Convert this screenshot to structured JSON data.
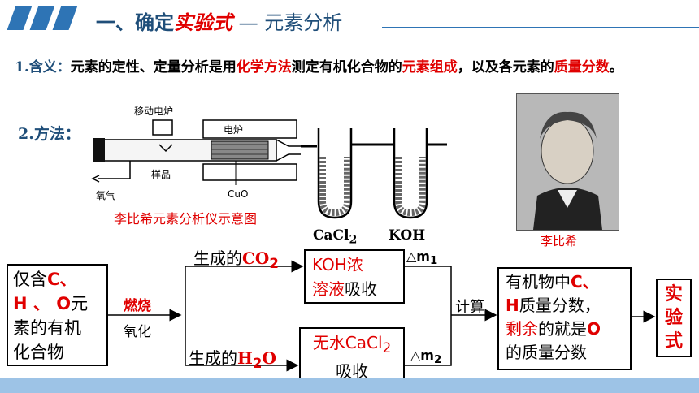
{
  "header": {
    "prefix": "一、确定",
    "highlight": "实验式",
    "dash": " — ",
    "subtitle": "元素分析"
  },
  "definition": {
    "num": "1.",
    "label": "含义：",
    "t1": "元素的定性、定量分析是用",
    "r1": "化学方法",
    "t2": "测定有机化合物的",
    "r2": "元素组成",
    "t3": "，以及各元素的",
    "r3": "质量分数",
    "t4": "。"
  },
  "method": {
    "num": "2.",
    "label": "方法："
  },
  "apparatus": {
    "furnace_mobile": "移动电炉",
    "furnace": "电炉",
    "sample": "样品",
    "oxygen": "氧气",
    "cuo": "CuO",
    "cacl2": "CaCl",
    "cacl2_sub": "2",
    "koh": "KOH",
    "caption": "李比希元素分析仪示意图"
  },
  "portrait": {
    "caption": "李比希"
  },
  "flow": {
    "start_lines": [
      "仅含",
      "C、",
      "H 、 O",
      "元",
      "素的有机",
      "化合物"
    ],
    "burn": "燃烧",
    "oxidize": "氧化",
    "co2_text": "生成的",
    "co2": "CO",
    "co2_sub": "2",
    "h2o_text": "生成的",
    "h2o": "H",
    "h2o_sub": "2",
    "h2o_o": "O",
    "koh_red": "KOH浓",
    "koh_red2": "溶液",
    "koh_black": "吸收",
    "cacl_red": "无水CaCl",
    "cacl_sub": "2",
    "cacl_black": "吸收",
    "m1": "△m",
    "m1_sub": "1",
    "m2": "△m",
    "m2_sub": "2",
    "calc": "计算",
    "result_l1a": "有机物中",
    "result_l1b": "C、",
    "result_l2a": "H",
    "result_l2b": "质量分数",
    "result_l2c": "，",
    "result_l3a": "剩余",
    "result_l3b": "的就是",
    "result_l3c": "O",
    "result_l4": "的质量分数",
    "final": [
      "实",
      "验",
      "式"
    ]
  }
}
